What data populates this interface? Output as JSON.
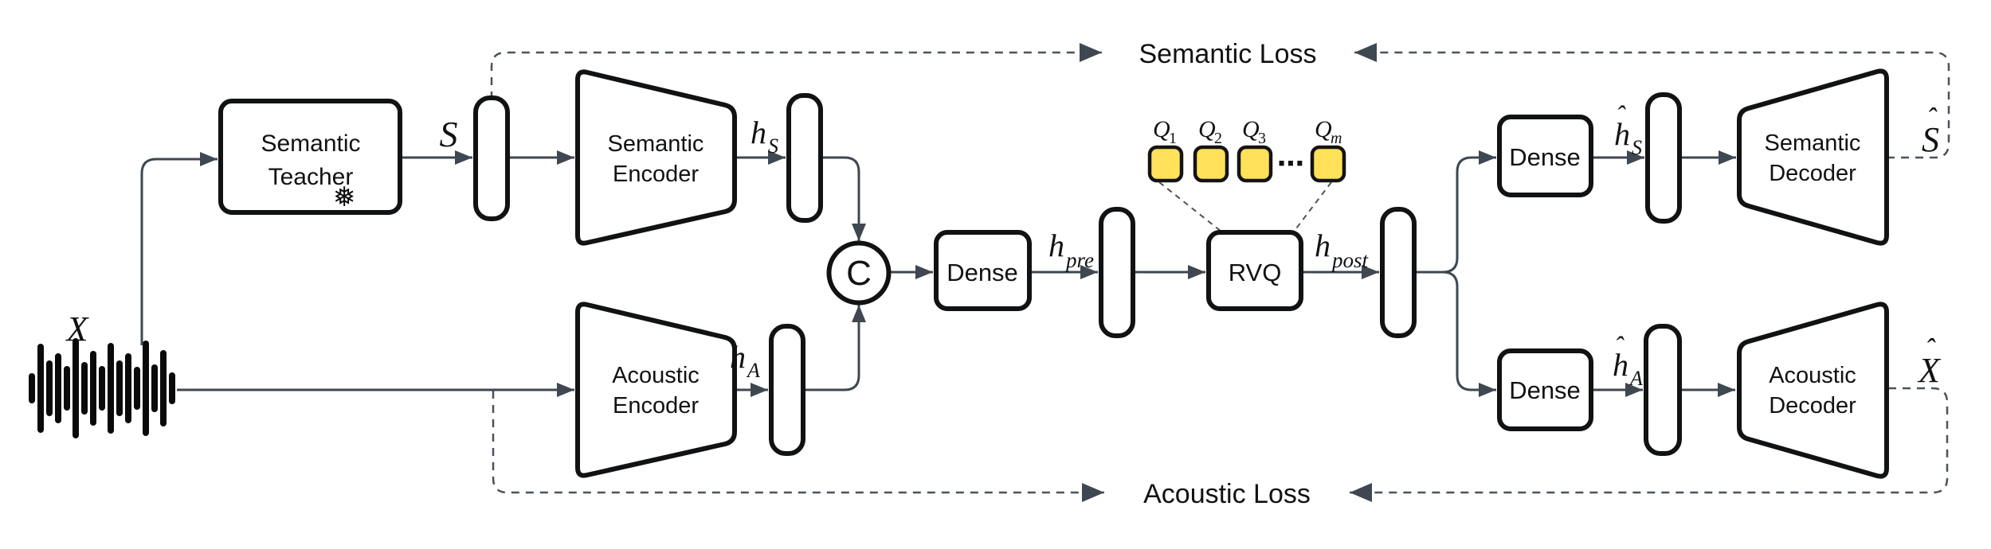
{
  "colors": {
    "line": "#3f4750",
    "dashed": "#4a525a",
    "box_stroke": "#101214",
    "text": "#101214",
    "quantizer_fill": "#ffe15a",
    "background": "#ffffff"
  },
  "labels": {
    "input": "X",
    "teacher_l1": "Semantic",
    "teacher_l2": "Teacher",
    "freeze": "❅",
    "s": "S",
    "sem_enc_l1": "Semantic",
    "sem_enc_l2": "Encoder",
    "h_s": {
      "base": "h",
      "sub": "S"
    },
    "ac_enc_l1": "Acoustic",
    "ac_enc_l2": "Encoder",
    "h_a": {
      "base": "h",
      "sub": "A"
    },
    "concat": "C",
    "dense": "Dense",
    "h_pre": {
      "base": "h",
      "sub": "pre"
    },
    "rvq": "RVQ",
    "q1": {
      "base": "Q",
      "sub": "1"
    },
    "q2": {
      "base": "Q",
      "sub": "2"
    },
    "q3": {
      "base": "Q",
      "sub": "3"
    },
    "qdots": "⋯",
    "qm": {
      "base": "Q",
      "sub": "m"
    },
    "h_post": {
      "base": "h",
      "sub": "post"
    },
    "hat": "ˆ",
    "h_s_hat": {
      "base": "h",
      "sub": "S"
    },
    "sem_dec_l1": "Semantic",
    "sem_dec_l2": "Decoder",
    "s_hat": "S",
    "h_a_hat": {
      "base": "h",
      "sub": "A"
    },
    "ac_dec_l1": "Acoustic",
    "ac_dec_l2": "Decoder",
    "x_hat": "X",
    "semantic_loss": "Semantic Loss",
    "acoustic_loss": "Acoustic Loss"
  }
}
